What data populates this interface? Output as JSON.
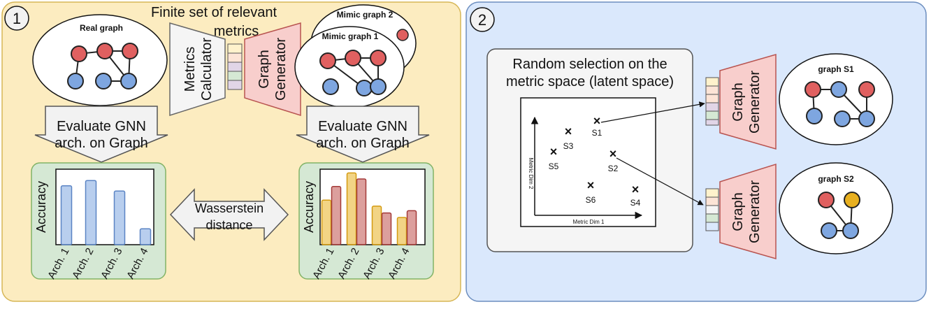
{
  "panel1": {
    "number": "1",
    "title_line1": "Finite set of relevant",
    "title_line2": "metrics",
    "real_graph_label": "Real graph",
    "mimic_graph_1_label": "Mimic graph 1",
    "mimic_graph_2_label": "Mimic graph 2",
    "metrics_calculator_line1": "Metrics",
    "metrics_calculator_line2": "Calculator",
    "graph_generator_line1": "Graph",
    "graph_generator_line2": "Generator",
    "evaluate_left_line1": "Evaluate GNN",
    "evaluate_left_line2": "arch. on Graph",
    "evaluate_right_line1": "Evaluate GNN",
    "evaluate_right_line2": "arch. on Graph",
    "wasserstein_line1": "Wasserstein",
    "wasserstein_line2": "distance"
  },
  "panel2": {
    "number": "2",
    "selection_line1": "Random selection on the",
    "selection_line2": "metric space (latent space)",
    "axis_x": "Metric Dim 1",
    "axis_y": "Metric Dim 2",
    "points": [
      {
        "label": "S1"
      },
      {
        "label": "S2"
      },
      {
        "label": "S3"
      },
      {
        "label": "S4"
      },
      {
        "label": "S5"
      },
      {
        "label": "S6"
      }
    ],
    "generator_top_line1": "Graph",
    "generator_top_line2": "Generator",
    "generator_bottom_line1": "Graph",
    "generator_bottom_line2": "Generator",
    "graph_s1_label": "graph S1",
    "graph_s2_label": "graph S2"
  },
  "colors": {
    "panel1_fill": "#fcecc0",
    "panel1_stroke": "#d6b656",
    "panel2_fill": "#dae8fc",
    "panel2_stroke": "#6c8ebf",
    "chart_fill": "#d5e8d4",
    "chart_stroke": "#82b366",
    "generator_fill": "#f8cecc",
    "generator_stroke": "#b85450",
    "calculator_fill": "#f5f5f5",
    "calculator_stroke": "#666666",
    "node_red": "#e06060",
    "node_blue": "#7ea6e0",
    "node_yellow": "#e8b020",
    "bar_blue": "#7ea6e0",
    "bar_yellow": "#e8b020",
    "bar_red": "#c0504d",
    "vector_colors": [
      "#fff2cc",
      "#fce4d6",
      "#e1d5e7",
      "#d5e8d4",
      "#dae8fc",
      "#e1d5e7"
    ]
  },
  "chart_data": [
    {
      "type": "bar",
      "categories": [
        "Arch. 1",
        "Arch. 2",
        "Arch. 3",
        "Arch. 4"
      ],
      "series": [
        {
          "values": [
            0.78,
            0.85,
            0.71,
            0.21
          ]
        }
      ],
      "ylabel": "Accuracy",
      "ylim": [
        0,
        1
      ],
      "grid": false
    },
    {
      "type": "bar",
      "categories": [
        "Arch. 1",
        "Arch. 2",
        "Arch. 3",
        "Arch. 4"
      ],
      "series": [
        {
          "values": [
            0.59,
            0.95,
            0.51,
            0.36
          ]
        },
        {
          "values": [
            0.77,
            0.87,
            0.42,
            0.45
          ]
        }
      ],
      "ylabel": "Accuracy",
      "ylim": [
        0,
        1
      ],
      "grid": false
    }
  ]
}
